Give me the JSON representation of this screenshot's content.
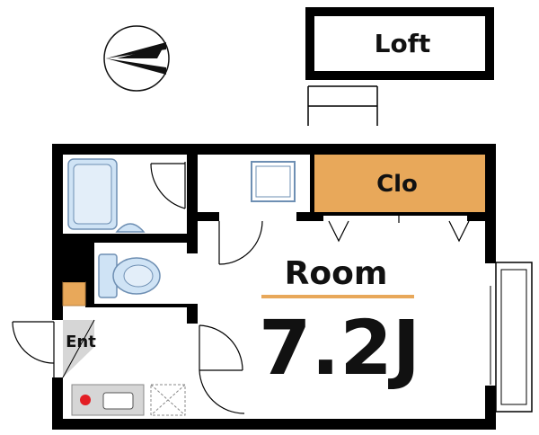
{
  "labels": {
    "loft": "Loft",
    "closet": "Clo",
    "room": "Room",
    "room_size": "7.2J",
    "entrance": "Ent"
  },
  "colors": {
    "wall": "#000000",
    "closet": "#e8a85a",
    "fixture": "#cfe3f5",
    "fixture_stroke": "#6e8fb3",
    "accent_line": "#e8a85a",
    "cabinet": "#e8a85a",
    "stove_burner": "#e31e24",
    "gray_fill": "#d6d6d6"
  },
  "icons": [
    "north-arrow-icon",
    "bathtub-icon",
    "sink-icon",
    "toilet-icon",
    "stove-icon",
    "washer-icon"
  ]
}
